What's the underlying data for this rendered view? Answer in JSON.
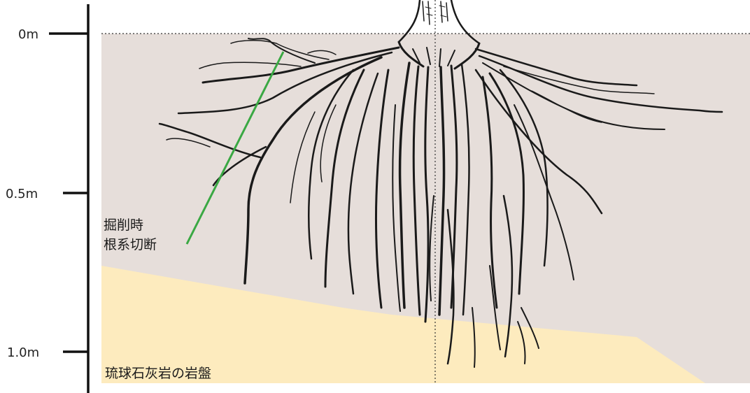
{
  "depth_scale": {
    "ticks": [
      {
        "label": "0m",
        "depth_m": 0
      },
      {
        "label": "0.5m",
        "depth_m": 0.5
      },
      {
        "label": "1.0m",
        "depth_m": 1.0
      }
    ]
  },
  "annotations": {
    "root_cut_line1": "掘削時",
    "root_cut_line2": "根系切断",
    "bedrock": "琉球石灰岩の岩盤"
  },
  "colors": {
    "soil": "#e6deda",
    "bedrock": "#fdebbe",
    "root_cut_marker": "#3aa843",
    "root": "#1a1a1a"
  }
}
